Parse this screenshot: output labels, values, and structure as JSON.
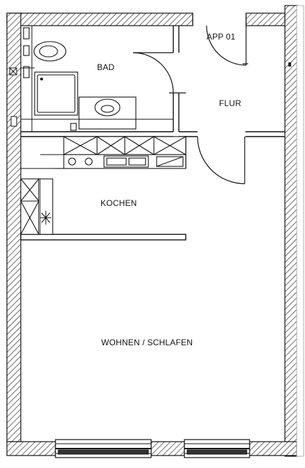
{
  "floorplan": {
    "apartment_label": "APP 01",
    "rooms": {
      "bathroom": "BAD",
      "hallway": "FLUR",
      "kitchen": "KOCHEN",
      "living": "WOHNEN / SCHLAFEN"
    }
  }
}
